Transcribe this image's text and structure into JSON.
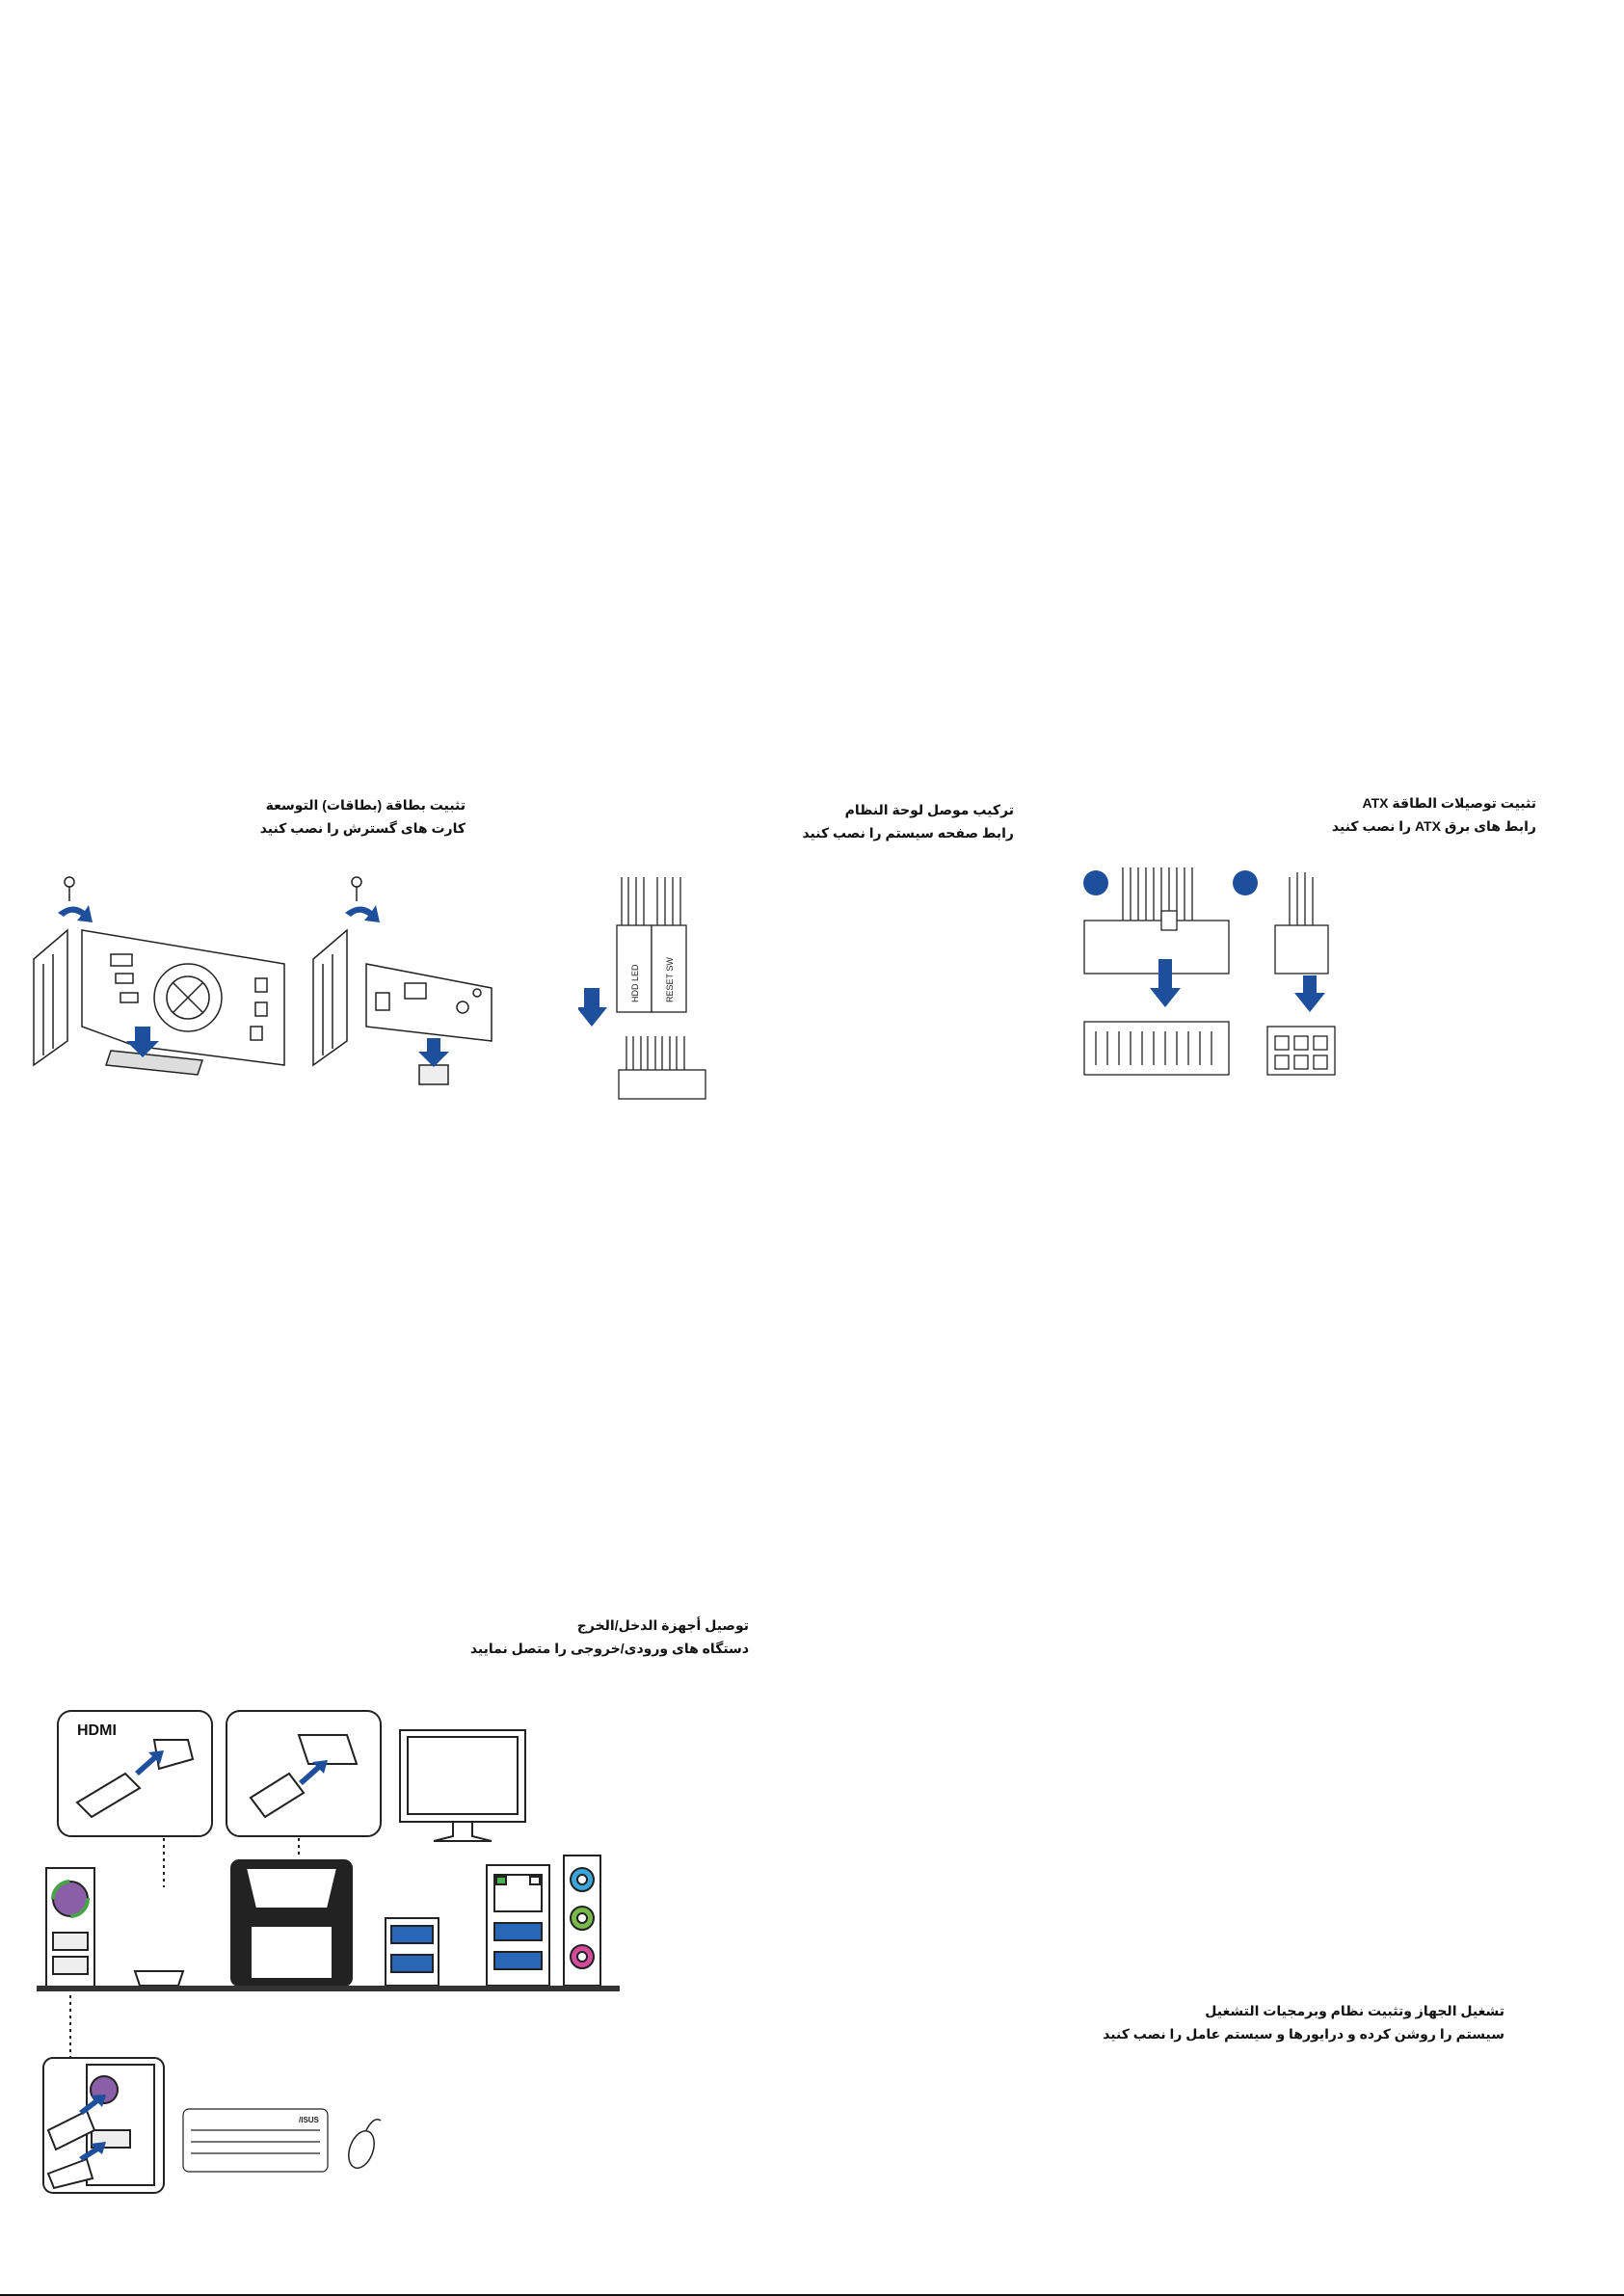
{
  "sections": {
    "expansion": {
      "title": "تثبيت بطاقة (بطاقات) التوسعة",
      "subtitle": "کارت های گسترش را نصب کنید"
    },
    "panel": {
      "title": "تركيب موصل لوحة النظام",
      "subtitle": "رابط صفحه سیستم را نصب کنید",
      "pin_labels": [
        "HDD LED",
        "RESET SW"
      ]
    },
    "atx": {
      "title": "تثبيت توصيلات الطاقة ATX",
      "subtitle": "رابط های برق ATX را نصب کنید"
    },
    "io": {
      "title": "توصيل أجهزة الدخل/الخرج",
      "subtitle": "دستگاه های ورودی/خروجی را متصل نمایید",
      "hdmi_logo": "HDMI",
      "kbd_logo": "/ISUS"
    },
    "power_on": {
      "title": "تشغيل الجهاز وتثبيت نظام وبرمجيات التشغيل",
      "subtitle": "سیستم را روشن کرده و درایورها و سیستم عامل را نصب کنید"
    }
  },
  "colors": {
    "arrow_blue": "#1d4f9c",
    "line": "#222222",
    "ps2_purple": "#8b5fa8",
    "ps2_green": "#46a447",
    "usb3_blue": "#2a66b8",
    "audio_blue": "#3aa5d8",
    "audio_green": "#79b94a",
    "audio_pink": "#d44b9a",
    "led_green": "#4caf50"
  },
  "icons": [
    "screw-icon",
    "rotate-arrow-icon",
    "down-arrow-icon",
    "step-circle-icon",
    "monitor-icon",
    "keyboard-icon",
    "mouse-icon"
  ]
}
